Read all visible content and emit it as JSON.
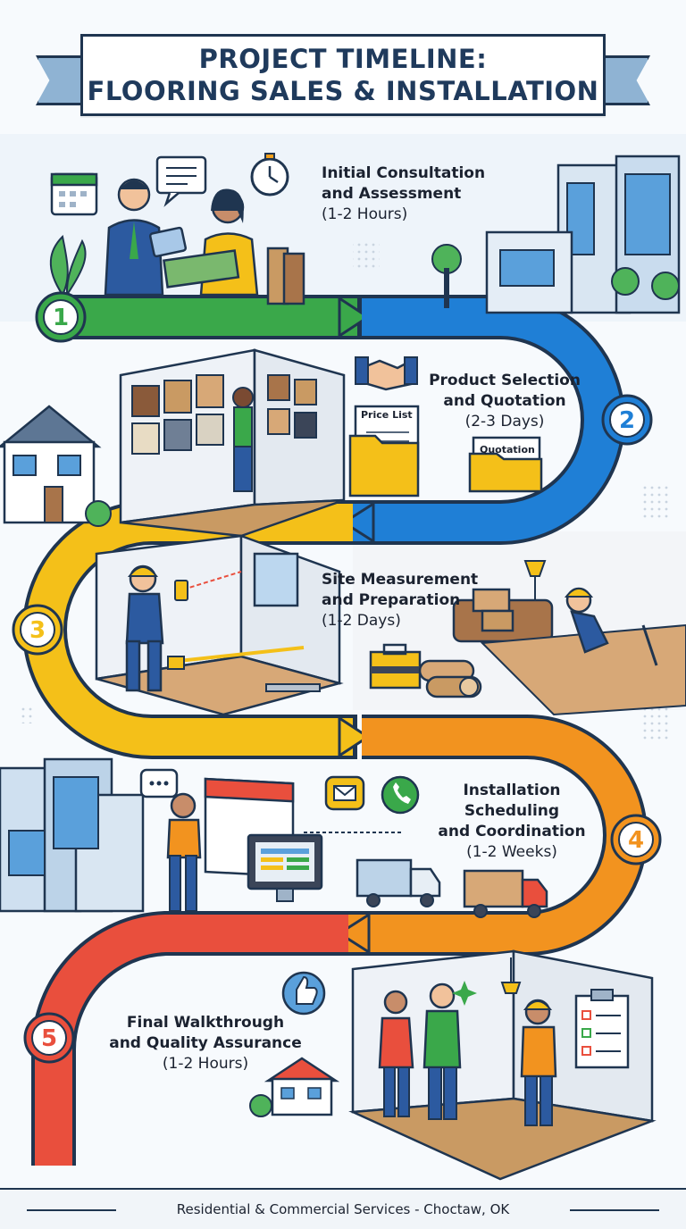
{
  "title": {
    "line1": "PROJECT TIMELINE:",
    "line2": "FLOORING SALES & INSTALLATION"
  },
  "steps": [
    {
      "number": "1",
      "title_line1": "Initial Consultation",
      "title_line2": "and Assessment",
      "duration": "(1-2 Hours)",
      "color": "#3aa84a"
    },
    {
      "number": "2",
      "title_line1": "Product Selection",
      "title_line2": "and Quotation",
      "duration": "(2-3 Days)",
      "color": "#1f7fd6"
    },
    {
      "number": "3",
      "title_line1": "Site Measurement",
      "title_line2": "and Preparation",
      "duration": "(1-2 Days)",
      "color": "#f4c019"
    },
    {
      "number": "4",
      "title_line1": "Installation",
      "title_line2": "Scheduling",
      "title_line3": "and Coordination",
      "duration": "(1-2 Weeks)",
      "color": "#f2931f"
    },
    {
      "number": "5",
      "title_line1": "Final Walkthrough",
      "title_line2": "and Quality Assurance",
      "duration": "(1-2 Hours)",
      "color": "#e94f3d"
    }
  ],
  "labels": {
    "price_list": "Price List",
    "quotation": "Quotation"
  },
  "footer": "Residential & Commercial Services - Choctaw, OK",
  "colors": {
    "outline": "#1f3550",
    "wood": "#c99a63",
    "wall": "#eef2f7"
  }
}
